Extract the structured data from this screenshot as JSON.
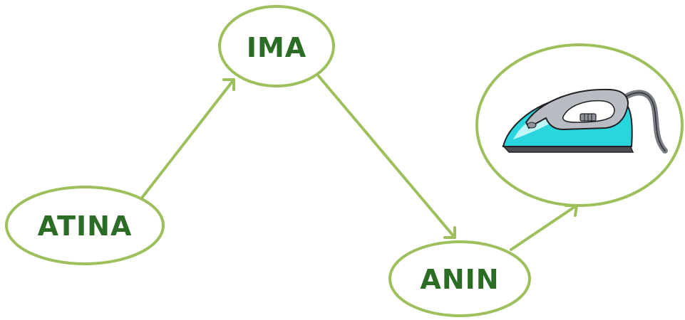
{
  "diagram": {
    "nodes": [
      {
        "id": "atina",
        "label": "ATINA"
      },
      {
        "id": "ima",
        "label": "IMA"
      },
      {
        "id": "anin",
        "label": "ANIN"
      },
      {
        "id": "iron-picture",
        "label": "",
        "icon": "clothes-iron-icon"
      }
    ],
    "edges": [
      {
        "from": "atina",
        "to": "ima"
      },
      {
        "from": "ima",
        "to": "anin"
      },
      {
        "from": "anin",
        "to": "iron-picture"
      }
    ]
  },
  "colors": {
    "outline": "#9dbf5c",
    "label": "#2b6d25",
    "iron_body": "#29d6de",
    "iron_highlight": "#bff6f8",
    "iron_handle": "#b9bcc2",
    "iron_handle_shadow": "#8e9197",
    "iron_base": "#4b4d50",
    "iron_cord": "#7a7d83"
  }
}
